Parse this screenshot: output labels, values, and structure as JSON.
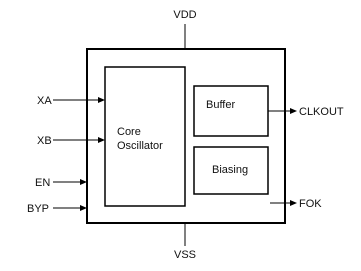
{
  "diagram": {
    "supply_top": "VDD",
    "supply_bottom": "VSS",
    "blocks": {
      "core": [
        "Core",
        "Oscillator"
      ],
      "buffer": "Buffer",
      "biasing": "Biasing"
    },
    "inputs": {
      "xa": "XA",
      "xb": "XB",
      "en": "EN",
      "byp": "BYP"
    },
    "outputs": {
      "clkout": "CLKOUT",
      "fok": "FOK"
    }
  }
}
